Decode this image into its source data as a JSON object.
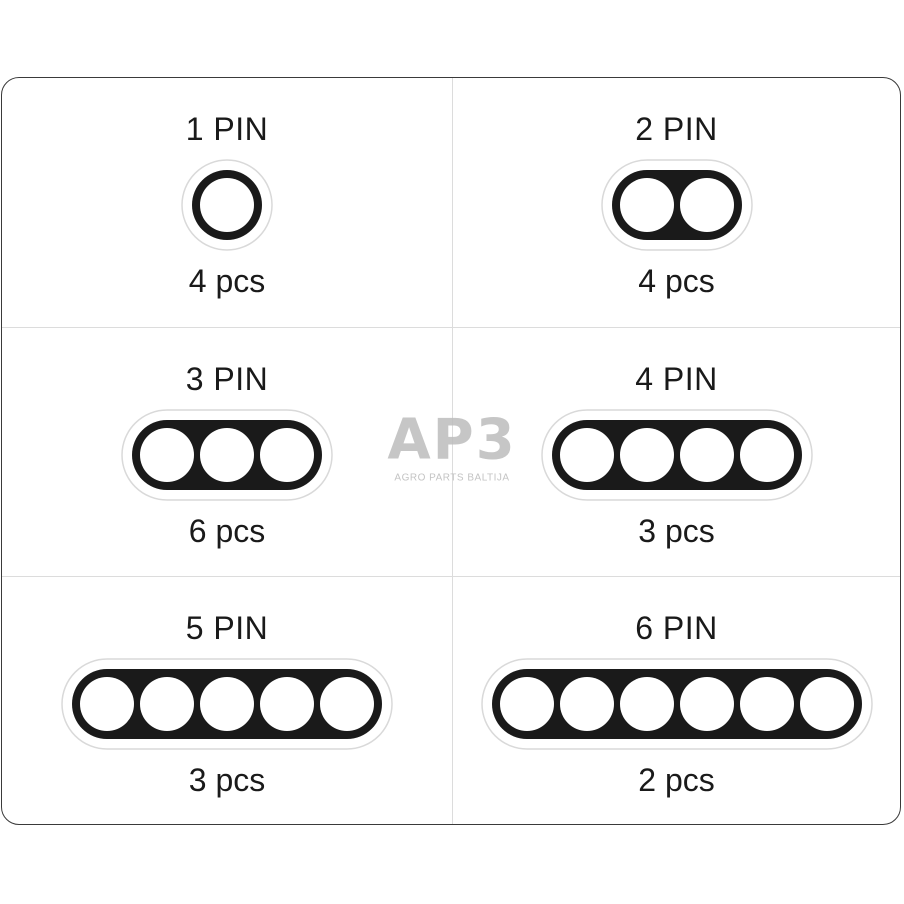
{
  "connectors": [
    {
      "title": "1 PIN",
      "pins": 1,
      "quantity": "4 pcs"
    },
    {
      "title": "2 PIN",
      "pins": 2,
      "quantity": "4 pcs"
    },
    {
      "title": "3 PIN",
      "pins": 3,
      "quantity": "6 pcs"
    },
    {
      "title": "4 PIN",
      "pins": 4,
      "quantity": "3 pcs"
    },
    {
      "title": "5 PIN",
      "pins": 5,
      "quantity": "3 pcs"
    },
    {
      "title": "6 PIN",
      "pins": 6,
      "quantity": "2 pcs"
    }
  ],
  "watermark": {
    "logo": "AP3",
    "subtitle": "AGRO PARTS BALTIJA"
  },
  "colors": {
    "grommet": "#1a1a1a",
    "hole": "#ffffff",
    "outline": "#d9d9d9",
    "watermark": "#bdbdbd"
  }
}
